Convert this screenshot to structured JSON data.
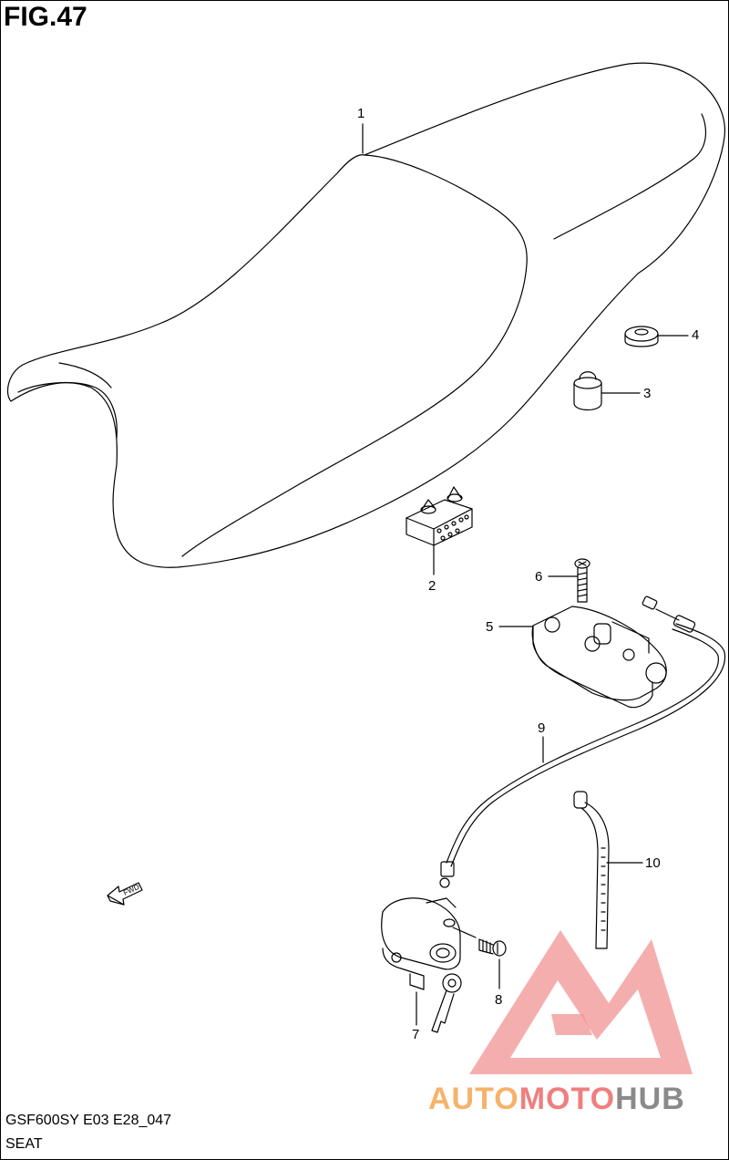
{
  "figure": {
    "title": "FIG.47",
    "model_code": "GSF600SY E03 E28_047",
    "name": "SEAT"
  },
  "callouts": [
    {
      "id": "1",
      "label": "1"
    },
    {
      "id": "2",
      "label": "2"
    },
    {
      "id": "3",
      "label": "3"
    },
    {
      "id": "4",
      "label": "4"
    },
    {
      "id": "5",
      "label": "5"
    },
    {
      "id": "6",
      "label": "6"
    },
    {
      "id": "7",
      "label": "7"
    },
    {
      "id": "8",
      "label": "8"
    },
    {
      "id": "9",
      "label": "9"
    },
    {
      "id": "10",
      "label": "10"
    }
  ],
  "direction_marker": {
    "label": "FWD"
  },
  "watermark": {
    "part_a": "AUTO",
    "part_b": "MOTO",
    "part_c": "HUB",
    "colors": {
      "auto": "#f7b26a",
      "moto": "#ef7f7f",
      "hub": "#8a8a8a",
      "logo": "#f08080"
    }
  }
}
